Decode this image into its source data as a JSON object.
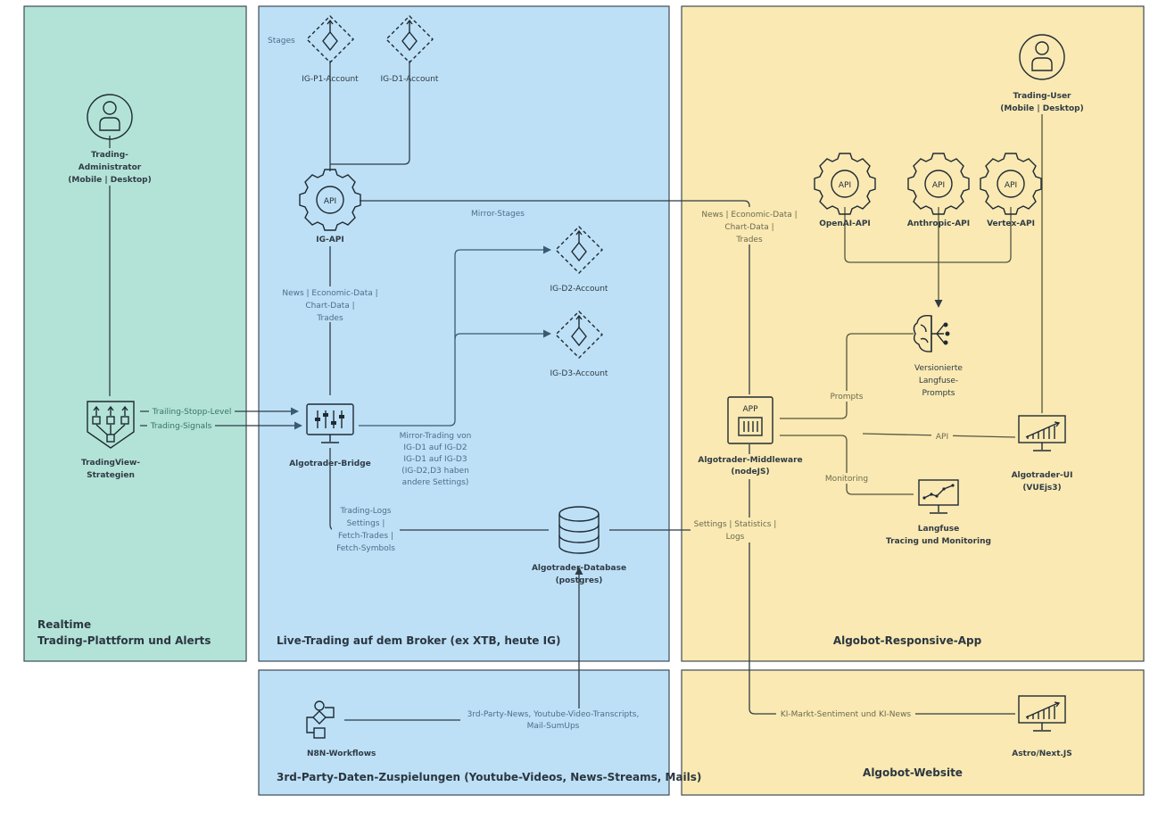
{
  "zones": {
    "realtime": {
      "title_line1": "Realtime",
      "title_line2": "Trading-Plattform und Alerts",
      "color": "#b3e3d7"
    },
    "live": {
      "title": "Live-Trading auf dem Broker (ex XTB, heute IG)",
      "color": "#bde0f6"
    },
    "app": {
      "title": "Algobot-Responsive-App",
      "color": "#fae9b2"
    },
    "thirdparty": {
      "title": "3rd-Party-Daten-Zuspielungen (Youtube-Videos, News-Streams, Mails)",
      "color": "#bde0f6"
    },
    "website": {
      "title": "Algobot-Website",
      "color": "#fae9b2"
    }
  },
  "nodes": {
    "admin": {
      "line1": "Trading-",
      "line2": "Administrator",
      "line3": "(Mobile | Desktop)",
      "icon": "user-icon"
    },
    "tradingview": {
      "line1": "TradingView-",
      "line2": "Strategien",
      "icon": "strategy-shield-icon"
    },
    "stages_label": "Stages",
    "ig_p1": {
      "label": "IG-P1-Account",
      "icon": "account-diamond-icon"
    },
    "ig_d1": {
      "label": "IG-D1-Account",
      "icon": "account-diamond-icon"
    },
    "ig_api": {
      "label": "IG-API",
      "icon": "api-gear-icon",
      "badge": "API"
    },
    "ig_d2": {
      "label": "IG-D2-Account",
      "icon": "account-diamond-icon"
    },
    "ig_d3": {
      "label": "IG-D3-Account",
      "icon": "account-diamond-icon"
    },
    "bridge": {
      "label": "Algotrader-Bridge",
      "icon": "mixer-monitor-icon"
    },
    "database": {
      "line1": "Algotrader-Database",
      "line2": "(postgres)",
      "icon": "database-icon"
    },
    "n8n": {
      "label": "N8N-Workflows",
      "icon": "workflow-icon"
    },
    "user": {
      "line1": "Trading-User",
      "line2": "(Mobile | Desktop)",
      "icon": "user-icon"
    },
    "openai": {
      "label": "OpenAI-API",
      "icon": "api-gear-icon",
      "badge": "API"
    },
    "anthropic": {
      "label": "Anthropic-API",
      "icon": "api-gear-icon",
      "badge": "API"
    },
    "vertex": {
      "label": "Vertex-API",
      "icon": "api-gear-icon",
      "badge": "API"
    },
    "prompts": {
      "line1": "Versionierte",
      "line2": "Langfuse-",
      "line3": "Prompts",
      "icon": "brain-icon"
    },
    "middleware": {
      "line1": "Algotrader-Middleware",
      "line2": "(nodeJS)",
      "icon": "app-box-icon",
      "badge": "APP"
    },
    "ui": {
      "line1": "Algotrader-UI",
      "line2": "(VUEjs3)",
      "icon": "chart-monitor-icon"
    },
    "langfuse": {
      "line1": "Langfuse",
      "line2": "Tracing und Monitoring",
      "icon": "chart-monitor-icon"
    },
    "astro": {
      "label": "Astro/Next.JS",
      "icon": "chart-monitor-icon"
    }
  },
  "edges": {
    "mirror_stages": "Mirror-Stages",
    "trailing_stop": "Trailing-Stopp-Level",
    "trading_signals": "Trading-Signals",
    "igapi_news": {
      "line1": "News | Economic-Data |",
      "line2": "Chart-Data |",
      "line3": "Trades"
    },
    "mw_news": {
      "line1": "News | Economic-Data |",
      "line2": "Chart-Data |",
      "line3": "Trades"
    },
    "mirror_trading": {
      "line1": "Mirror-Trading von",
      "line2": "IG-D1 auf IG-D2",
      "line3": "IG-D1 auf IG-D3",
      "line4": "(IG-D2,D3 haben",
      "line5": "andere Settings)"
    },
    "bridge_db": {
      "line1": "Trading-Logs",
      "line2": "Settings |",
      "line3": "Fetch-Trades |",
      "line4": "Fetch-Symbols"
    },
    "db_mw": {
      "line1": "Settings | Statistics |",
      "line2": "Logs"
    },
    "prompts_edge": "Prompts",
    "monitoring_edge": "Monitoring",
    "api_edge": "API",
    "n8n_edge": {
      "line1": "3rd-Party-News, Youtube-Video-Transcripts,",
      "line2": "Mail-SumUps"
    },
    "ki_edge": "KI-Markt-Sentiment und KI-News"
  }
}
